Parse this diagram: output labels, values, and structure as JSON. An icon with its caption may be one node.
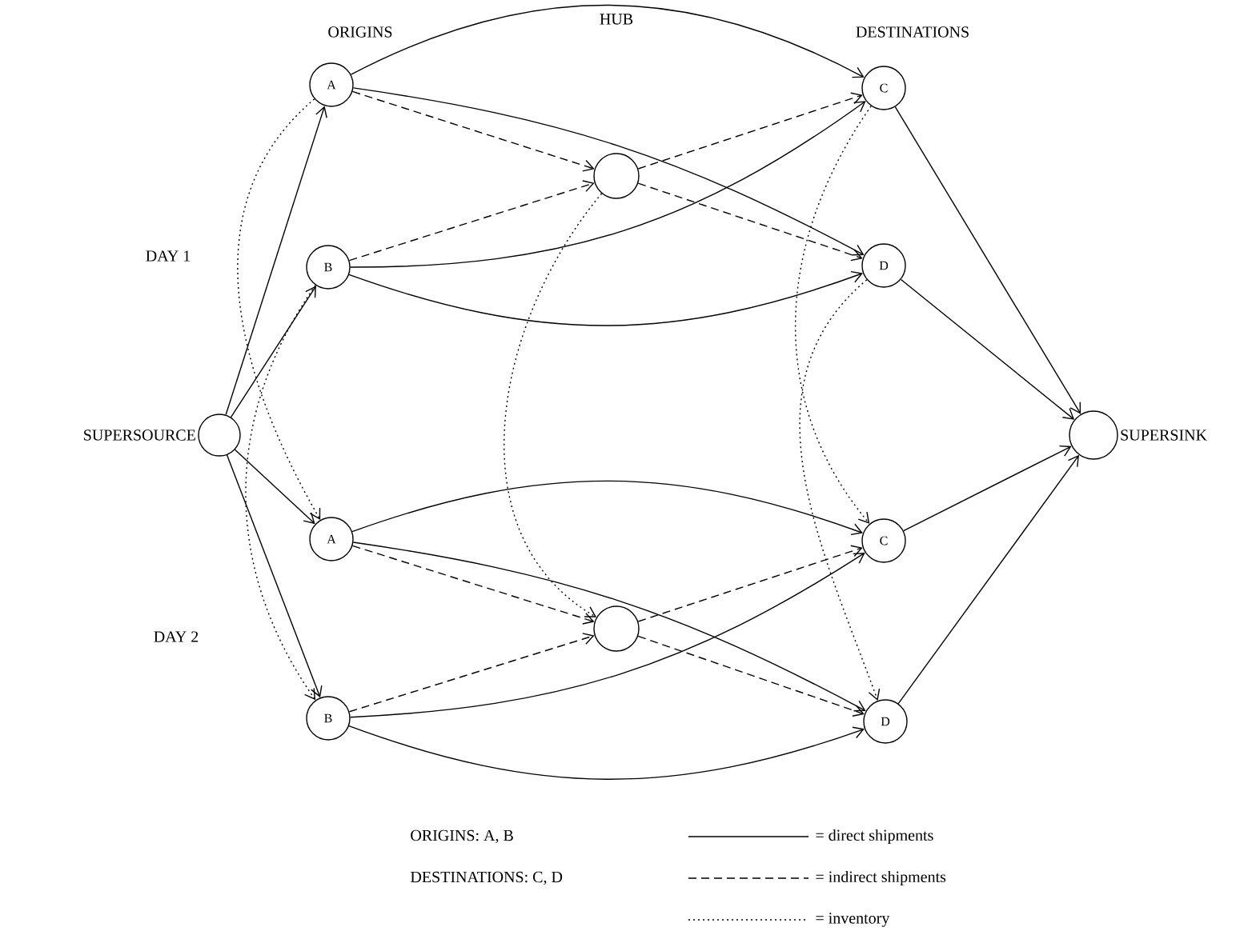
{
  "diagram": {
    "nodes": [
      {
        "text": [
          "SUPERSOURCE"
        ]
      },
      {
        "text": [
          "A"
        ]
      },
      {
        "text": [
          "B"
        ]
      },
      {
        "text": [],
        "shape": "circle"
      },
      {
        "text": [
          "C"
        ]
      },
      {
        "text": [
          "D"
        ]
      },
      {
        "text": [
          "A"
        ]
      },
      {
        "text": [
          "B"
        ]
      },
      {
        "text": [],
        "shape": "circle"
      },
      {
        "text": [
          "C"
        ]
      },
      {
        "text": [
          "D"
        ]
      },
      {
        "text": [
          "SUPERSINK"
        ]
      }
    ],
    "edges": [
      {
        "from": 0,
        "to": 1,
        "arrow": "to"
      },
      {
        "from": 0,
        "to": 2,
        "arrow": "to"
      },
      {
        "from": 0,
        "to": 6,
        "arrow": "to"
      },
      {
        "from": 0,
        "to": 7,
        "arrow": "to"
      },
      {
        "from": 1,
        "to": 4,
        "arrow": "to"
      },
      {
        "from": 1,
        "to": 5,
        "arrow": "to"
      },
      {
        "from": 1,
        "to": 3,
        "arrow": "to",
        "style": "dashed"
      },
      {
        "from": 2,
        "to": 3,
        "arrow": "to",
        "style": "dashed"
      },
      {
        "from": 2,
        "to": 4,
        "arrow": "to"
      },
      {
        "from": 2,
        "to": 5,
        "arrow": "to"
      },
      {
        "from": 3,
        "to": 4,
        "arrow": "to",
        "style": "dashed"
      },
      {
        "from": 3,
        "to": 5,
        "arrow": "to",
        "style": "dashed"
      },
      {
        "from": 4,
        "to": 11,
        "arrow": "to"
      },
      {
        "from": 5,
        "to": 11,
        "arrow": "to"
      },
      {
        "from": 6,
        "to": 9,
        "arrow": "to"
      },
      {
        "from": 6,
        "to": 10,
        "arrow": "to"
      },
      {
        "from": 6,
        "to": 8,
        "arrow": "to",
        "style": "dashed"
      },
      {
        "from": 7,
        "to": 8,
        "arrow": "to",
        "style": "dashed"
      },
      {
        "from": 7,
        "to": 9,
        "arrow": "to"
      },
      {
        "from": 7,
        "to": 10,
        "arrow": "to"
      },
      {
        "from": 8,
        "to": 9,
        "arrow": "to",
        "style": "dashed"
      },
      {
        "from": 8,
        "to": 10,
        "arrow": "to",
        "style": "dashed"
      },
      {
        "from": 9,
        "to": 11,
        "arrow": "to"
      },
      {
        "from": 10,
        "to": 11,
        "arrow": "to"
      },
      {
        "from": 1,
        "to": 6,
        "arrow": "to",
        "style": "dashed"
      },
      {
        "from": 2,
        "to": 7,
        "arrow": "to",
        "style": "dashed"
      },
      {
        "from": 3,
        "to": 8,
        "arrow": "to",
        "style": "dashed"
      },
      {
        "from": 4,
        "to": 9,
        "arrow": "to",
        "style": "dashed"
      },
      {
        "from": 5,
        "to": 10,
        "arrow": "to",
        "style": "dashed"
      }
    ],
    "labels": [
      "ORIGINS",
      "HUB",
      "DESTINATIONS",
      "DAY 1",
      "DAY 2",
      "ORIGINS: A, B",
      "DESTINATIONS: C, D"
    ],
    "legend": [
      {
        "text": "= direct shipments"
      },
      {
        "text": "= indirect shipments"
      },
      {
        "text": "= inventory"
      }
    ]
  }
}
